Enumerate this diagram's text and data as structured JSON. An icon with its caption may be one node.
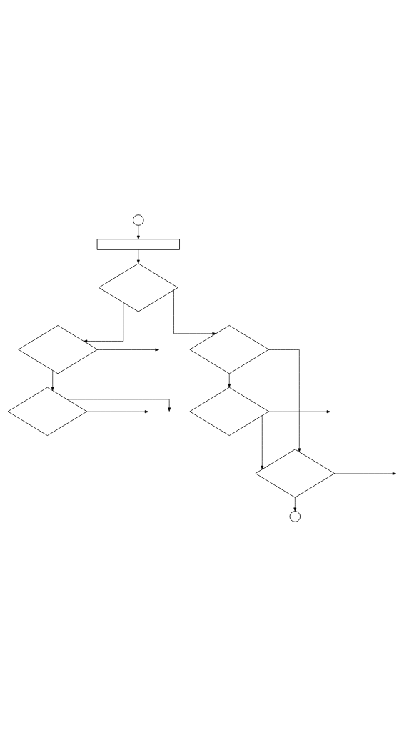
{
  "diagram": {
    "nodes": [
      {
        "text": [],
        "shape": "circle"
      },
      {
        "text": [],
        "shape": "box"
      },
      {
        "text": [],
        "shape": "diamond"
      },
      {
        "text": [],
        "shape": "diamond"
      },
      {
        "text": [],
        "shape": "diamond"
      },
      {
        "text": [],
        "shape": "diamond"
      },
      {
        "text": [],
        "shape": "diamond"
      },
      {
        "text": [],
        "shape": "diamond"
      },
      {
        "text": [],
        "shape": "circle"
      }
    ],
    "edges": [
      {
        "from": 0,
        "to": 1,
        "arrow": "to"
      },
      {
        "from": 1,
        "to": 2,
        "arrow": "to"
      },
      {
        "from": 2,
        "to": 3,
        "arrow": "to"
      },
      {
        "from": 3,
        "to": null,
        "arrow": "to"
      },
      {
        "from": 3,
        "to": 4,
        "arrow": "to"
      },
      {
        "from": 4,
        "to": null,
        "arrow": "to"
      },
      {
        "from": 4,
        "to": null,
        "arrow": "to"
      },
      {
        "from": 2,
        "to": 5,
        "arrow": "to"
      },
      {
        "from": 5,
        "to": 6,
        "arrow": "to"
      },
      {
        "from": 5,
        "to": 7,
        "arrow": "to"
      },
      {
        "from": 6,
        "to": null,
        "arrow": "to"
      },
      {
        "from": 6,
        "to": 7,
        "arrow": "to"
      },
      {
        "from": 7,
        "to": null,
        "arrow": "to"
      },
      {
        "from": 7,
        "to": 8,
        "arrow": "to"
      }
    ]
  }
}
